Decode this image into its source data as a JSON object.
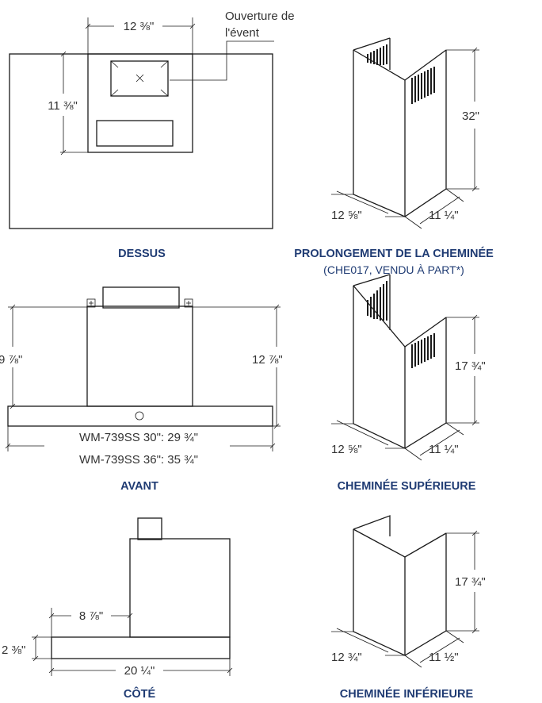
{
  "colors": {
    "line": "#1a1a1a",
    "text": "#333333",
    "title": "#1f3b73"
  },
  "views": {
    "top": {
      "title": "DESSUS",
      "dim_width": "12 ⅜\"",
      "dim_height": "11 ⅜\"",
      "vent_label_1": "Ouverture de",
      "vent_label_2": "l'évent"
    },
    "extension": {
      "title": "PROLONGEMENT DE LA CHEMINÉE",
      "subtitle": "(CHE017, VENDU À PART*)",
      "dim_height": "32\"",
      "dim_left": "12 ⅝\"",
      "dim_right": "11 ¼\""
    },
    "front": {
      "title": "AVANT",
      "dim_left": "9 ⅞\"",
      "dim_right": "12 ⅞\"",
      "width_30": "WM-739SS 30\": 29 ¾\"",
      "width_36": "WM-739SS 36\": 35 ¾\""
    },
    "upper_chimney": {
      "title": "CHEMINÉE SUPÉRIEURE",
      "dim_height": "17 ¾\"",
      "dim_left": "12 ⅝\"",
      "dim_right": "11 ¼\""
    },
    "side": {
      "title": "CÔTÉ",
      "dim_depth": "8 ⅞\"",
      "dim_thickness": "2 ⅜\"",
      "dim_width": "20 ¼\""
    },
    "lower_chimney": {
      "title": "CHEMINÉE INFÉRIEURE",
      "dim_height": "17 ¾\"",
      "dim_left": "12 ¾\"",
      "dim_right": "11 ½\""
    }
  }
}
